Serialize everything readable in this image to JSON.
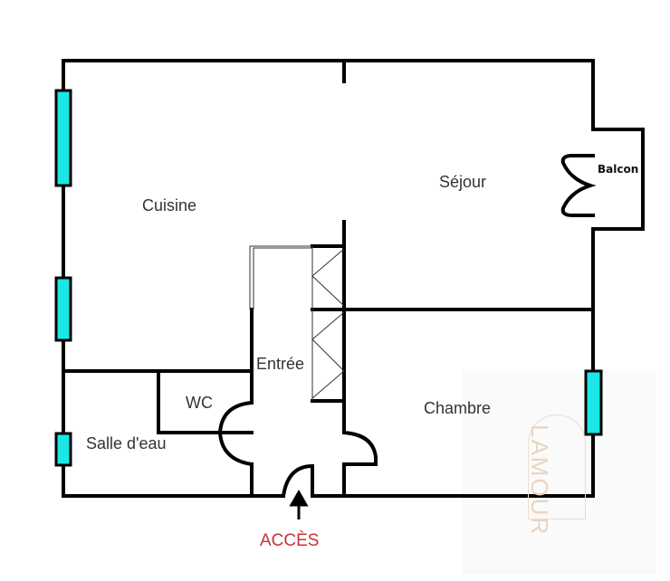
{
  "rooms": {
    "cuisine": "Cuisine",
    "sejour": "Séjour",
    "balcon": "Balcon",
    "entree": "Entrée",
    "wc": "WC",
    "salle_deau": "Salle d'eau",
    "chambre": "Chambre"
  },
  "access_label": "ACCÈS",
  "watermark": "LAMOUR",
  "colors": {
    "window": "#1de6e6",
    "wall": "#000000",
    "access": "#c8323a"
  }
}
